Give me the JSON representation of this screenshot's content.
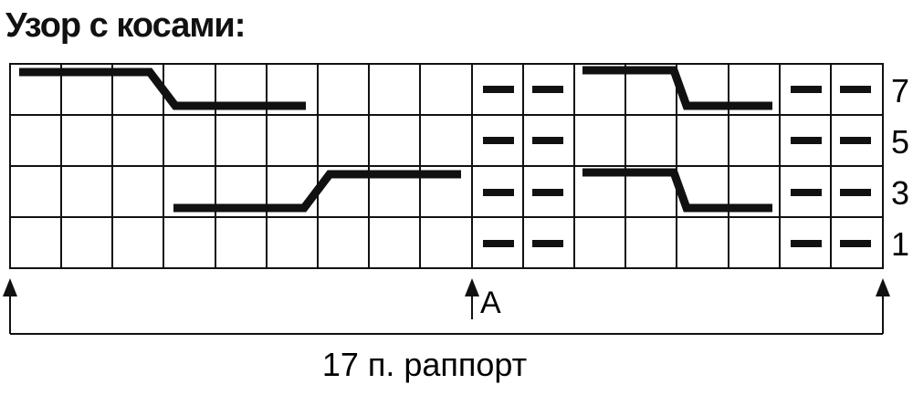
{
  "title": "Узор с косами:",
  "row_labels": [
    "7",
    "5",
    "3",
    "1"
  ],
  "marker_label": "A",
  "repeat_label": "17 п. раппорт"
}
